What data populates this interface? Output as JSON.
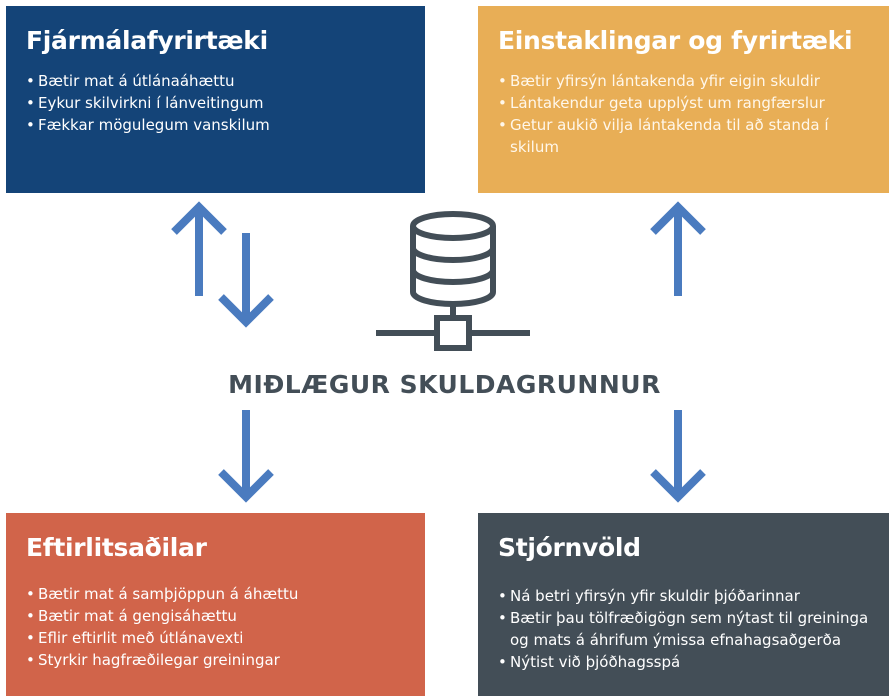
{
  "center": {
    "title": "MIÐLÆGUR SKULDAGRUNNUR"
  },
  "boxes": {
    "financial": {
      "title": "Fjármálafyrirtæki",
      "items": [
        "Bætir mat á útlánaáhættu",
        "Eykur skilvirkni í lánveitingum",
        "Fækkar mögulegum vanskilum"
      ]
    },
    "individuals": {
      "title": "Einstaklingar og fyrirtæki",
      "items": [
        "Bætir yfirsýn lántakenda yfir eigin skuldir",
        "Lántakendur geta upplýst um rangfærslur",
        "Getur aukið vilja lántakenda til að standa í skilum"
      ]
    },
    "regulators": {
      "title": "Eftirlitsaðilar",
      "items": [
        "Bætir mat á samþjöppun á áhættu",
        "Bætir mat á gengisáhættu",
        "Eflir eftirlit með útlánavexti",
        "Styrkir hagfræðilegar greiningar"
      ]
    },
    "government": {
      "title": "Stjórnvöld",
      "items": [
        "Ná betri yfirsýn yfir skuldir þjóðarinnar",
        "Bætir þau tölfræðigögn sem nýtast til greininga og mats á áhrifum ýmissa efnahagsaðgerða",
        "Nýtist við þjóðhagsspá"
      ]
    }
  },
  "colors": {
    "financial": "#144478",
    "individuals": "#e8ae56",
    "regulators": "#d1644a",
    "government": "#434e57",
    "arrow": "#4a7bbf",
    "icon": "#434e57"
  },
  "icons": {
    "center": "database-network-icon"
  }
}
